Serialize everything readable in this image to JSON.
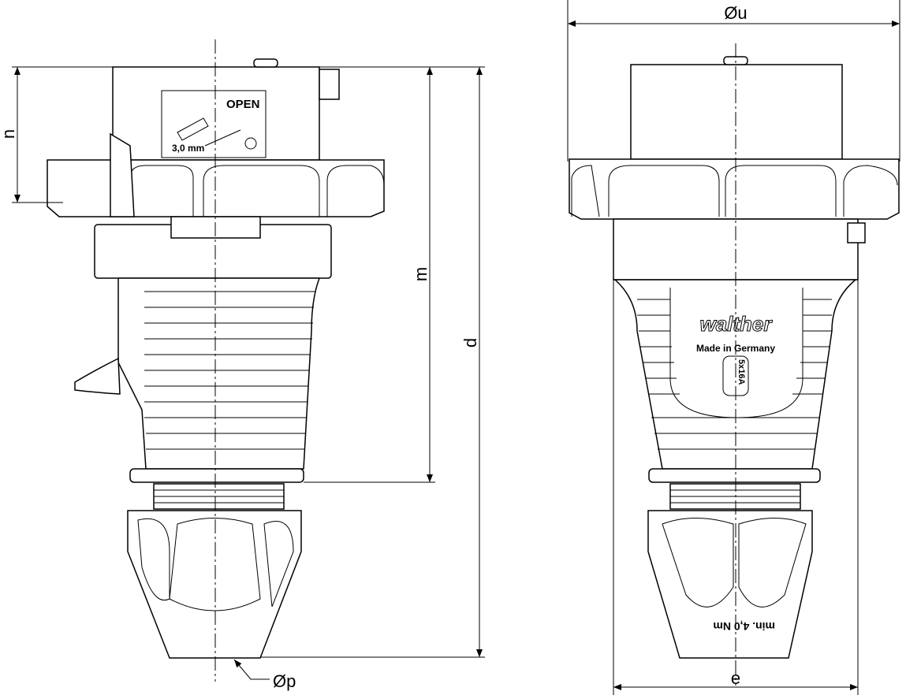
{
  "dimensions": {
    "u": "Øu",
    "n": "n",
    "m": "m",
    "d": "d",
    "e": "e",
    "p": "Øp"
  },
  "left_view": {
    "open_label": "OPEN",
    "screwdriver_label": "3,0 mm"
  },
  "right_view": {
    "brand": "walther",
    "origin": "Made in Germany",
    "rating": "5x16A",
    "torque": "min. 4,0 Nm"
  }
}
